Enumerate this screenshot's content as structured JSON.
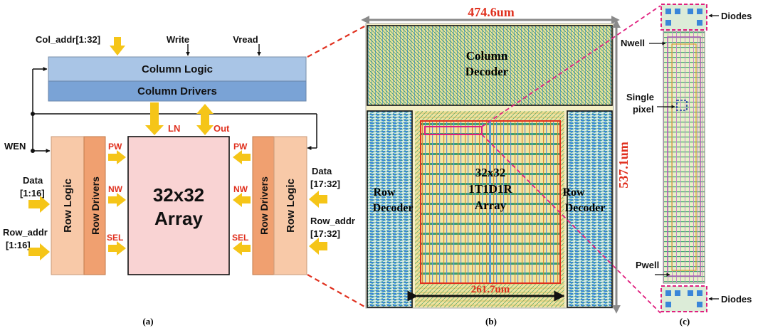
{
  "panel_a": {
    "caption": "(a)",
    "col_addr": "Col_addr[1:32]",
    "write": "Write",
    "vread": "Vread",
    "column_logic": "Column Logic",
    "column_drivers": "Column Drivers",
    "ln": "LN",
    "out": "Out",
    "wen": "WEN",
    "data_left_1": "Data",
    "data_left_2": "[1:16]",
    "row_addr_left_1": "Row_addr",
    "row_addr_left_2": "[1:16]",
    "row_logic_left": "Row Logic",
    "row_drivers_left": "Row Drivers",
    "pw_left": "PW",
    "nw_left": "NW",
    "sel_left": "SEL",
    "array_line1": "32x32",
    "array_line2": "Array",
    "pw_right": "PW",
    "nw_right": "NW",
    "sel_right": "SEL",
    "row_drivers_right": "Row Drivers",
    "row_logic_right": "Row Logic",
    "data_right_1": "Data",
    "data_right_2": "[17:32]",
    "row_addr_right_1": "Row_addr",
    "row_addr_right_2": "[17:32]"
  },
  "panel_b": {
    "caption": "(b)",
    "width_dim": "474.6um",
    "height_dim": "537.1um",
    "array_dim": "261.7um",
    "column_decoder_1": "Column",
    "column_decoder_2": "Decoder",
    "array_1": "32x32",
    "array_2": "1T1D1R",
    "array_3": "Array",
    "row_decoder_left_1": "Row",
    "row_decoder_left_2": "Decoder",
    "row_decoder_right_1": "Row",
    "row_decoder_right_2": "Decoder"
  },
  "panel_c": {
    "caption": "(c)",
    "diodes_top": "Diodes",
    "nwell": "Nwell",
    "single_pixel_1": "Single",
    "single_pixel_2": "pixel",
    "pwell": "Pwell",
    "diodes_bottom": "Diodes"
  },
  "colors": {
    "column_logic": "#a9c5e6",
    "column_drivers": "#7aa3d6",
    "row_logic": "#f8c9a8",
    "row_drivers": "#f0a070",
    "array": "#f9d3d3",
    "arrow": "#f5c518",
    "label_red": "#e0301e",
    "magenta": "#e0207f",
    "layout_yellow": "#d8c24a",
    "layout_green": "#3aa070",
    "layout_blue": "#2f7fd0"
  }
}
